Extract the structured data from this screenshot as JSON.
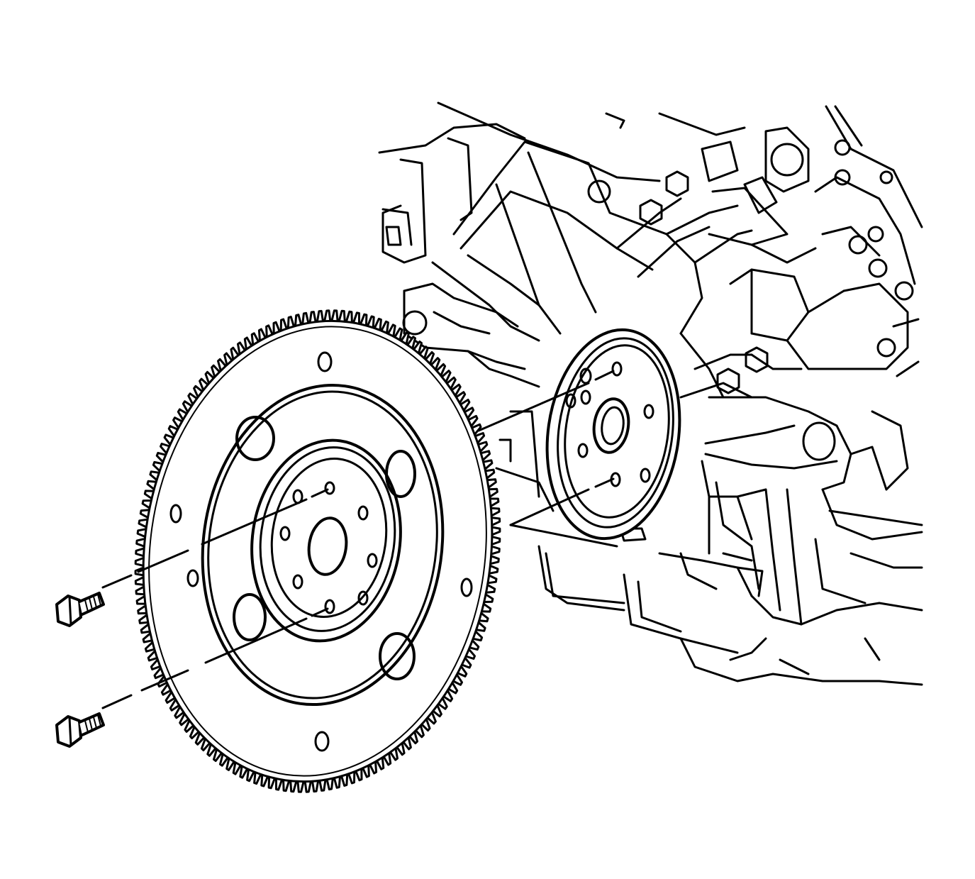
{
  "diagram": {
    "kind": "exploded-view line illustration",
    "parts": [
      {
        "id": "engine-block",
        "icon": "engine-block-icon"
      },
      {
        "id": "crankshaft-flange",
        "icon": "crankshaft-flange-icon"
      },
      {
        "id": "flywheel",
        "icon": "flywheel-icon",
        "ring_gear_teeth": 150
      },
      {
        "id": "bolt-upper",
        "icon": "bolt-icon"
      },
      {
        "id": "bolt-lower",
        "icon": "bolt-icon"
      }
    ],
    "colors": {
      "line": "#000000",
      "background": "#ffffff"
    }
  }
}
